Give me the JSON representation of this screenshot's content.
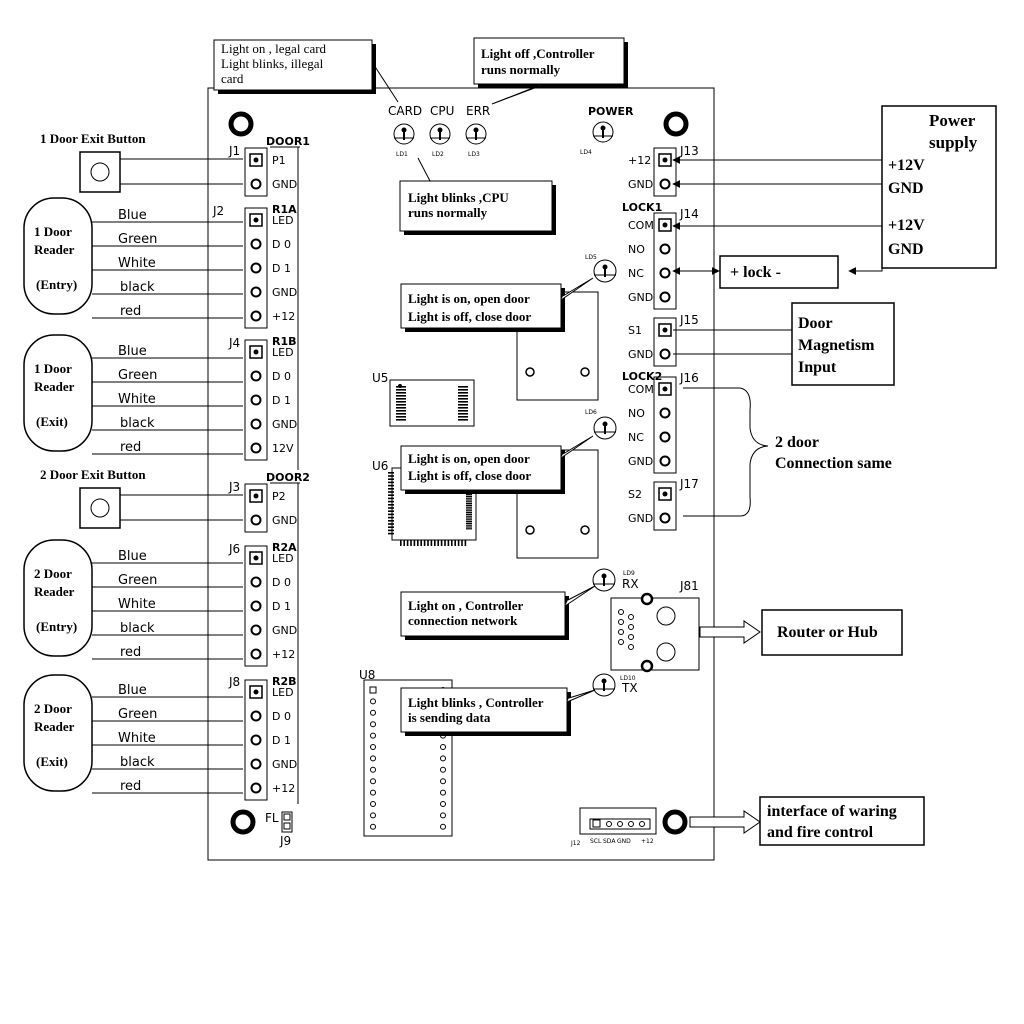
{
  "board": {
    "door1": "DOOR1",
    "door2": "DOOR2",
    "fl": "FL",
    "j9": "J9",
    "u5": "U5",
    "u6": "U6",
    "u8": "U8"
  },
  "leds": {
    "card": "CARD",
    "cpu": "CPU",
    "err": "ERR",
    "power": "POWER",
    "ld1": "LD1",
    "ld2": "LD2",
    "ld3": "LD3",
    "ld4": "LD4",
    "ld5": "LD5",
    "ld6": "LD6",
    "ld9": "LD9",
    "ld10": "LD10",
    "rx": "RX",
    "tx": "TX"
  },
  "connectors": {
    "j1": {
      "name": "J1",
      "pins": [
        "P1",
        "GND"
      ]
    },
    "j2": {
      "name": "J2",
      "group": "R1A",
      "pins": [
        "LED",
        "D 0",
        "D 1",
        "GND",
        "+12"
      ]
    },
    "j4": {
      "name": "J4",
      "group": "R1B",
      "pins": [
        "LED",
        "D 0",
        "D 1",
        "GND",
        "12V"
      ]
    },
    "j3": {
      "name": "J3",
      "pins": [
        "P2",
        "GND"
      ]
    },
    "j6": {
      "name": "J6",
      "group": "R2A",
      "pins": [
        "LED",
        "D 0",
        "D 1",
        "GND",
        "+12"
      ]
    },
    "j8": {
      "name": "J8",
      "group": "R2B",
      "pins": [
        "LED",
        "D 0",
        "D 1",
        "GND",
        "+12"
      ]
    },
    "j13": {
      "name": "J13",
      "pins": [
        "+12",
        "GND"
      ]
    },
    "j14": {
      "name": "J14",
      "group": "LOCK1",
      "pins": [
        "COM",
        "NO",
        "NC",
        "GND"
      ]
    },
    "j15": {
      "name": "J15",
      "pins": [
        "S1",
        "GND"
      ]
    },
    "j16": {
      "name": "J16",
      "group": "LOCK2",
      "pins": [
        "COM",
        "NO",
        "NC",
        "GND"
      ]
    },
    "j17": {
      "name": "J17",
      "pins": [
        "S2",
        "GND"
      ]
    },
    "j81": {
      "name": "J81"
    },
    "j12": {
      "name": "J12",
      "pins": [
        "SCL",
        "SDA",
        "GND",
        "",
        "+12"
      ]
    }
  },
  "left": {
    "exit1": "1 Door Exit Button",
    "exit2": "2 Door Exit Button",
    "reader1a": [
      "1 Door",
      "Reader",
      "(Entry)"
    ],
    "reader1b": [
      "1 Door",
      "Reader",
      "(Exit)"
    ],
    "reader2a": [
      "2 Door",
      "Reader",
      "(Entry)"
    ],
    "reader2b": [
      "2 Door",
      "Reader",
      "(Exit)"
    ],
    "wires": [
      "Blue",
      "Green",
      "White",
      "black",
      "red"
    ]
  },
  "notes": {
    "card_note": [
      "Light on , legal card",
      "Light blinks, illegal",
      "card"
    ],
    "err_note": [
      "Light off ,Controller",
      "runs normally"
    ],
    "cpu_note": [
      "Light blinks ,CPU",
      "runs normally"
    ],
    "ld5_note": [
      "Light is on, open door",
      "Light is off, close door"
    ],
    "ld6_note": [
      "Light is on, open door",
      "Light is off, close door"
    ],
    "rx_note": [
      "Light on , Controller",
      "connection network"
    ],
    "tx_note": [
      "Light blinks , Controller",
      "is sending data"
    ]
  },
  "right": {
    "power_supply": [
      "Power",
      "supply"
    ],
    "p12v_1": "+12V",
    "gnd_1": "GND",
    "p12v_2": "+12V",
    "gnd_2": "GND",
    "lock": "+ lock  -",
    "door_magnetism": [
      "Door",
      "Magnetism",
      "Input"
    ],
    "door2_same": [
      "2 door",
      "Connection same"
    ],
    "router": "Router or Hub",
    "interface": [
      "interface of waring",
      "and fire control"
    ]
  }
}
